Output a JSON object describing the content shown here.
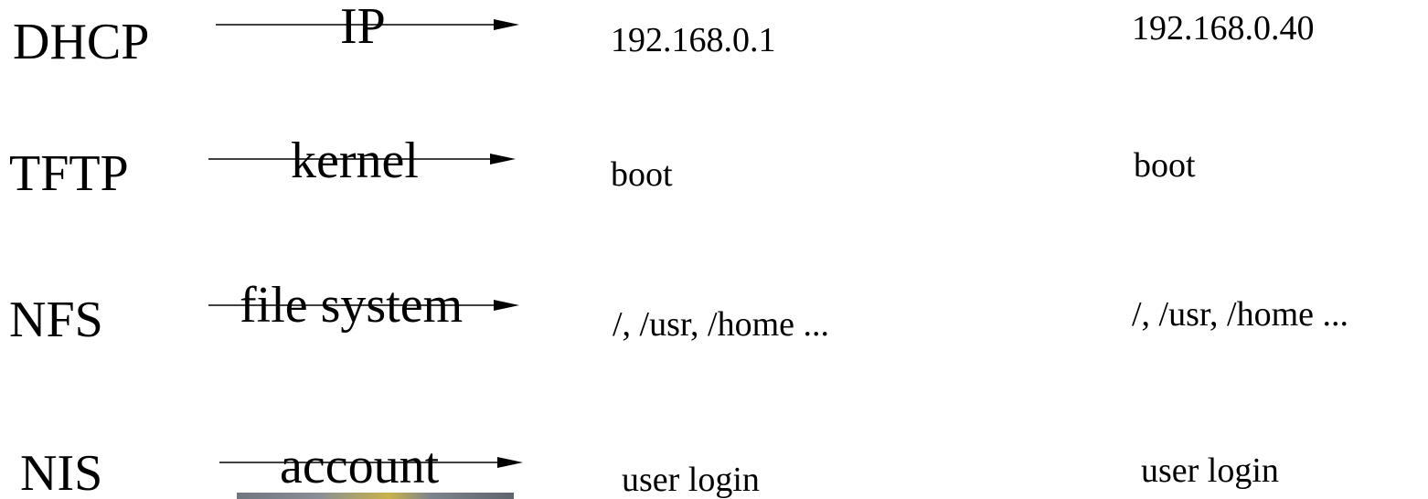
{
  "rows": [
    {
      "protocol": "DHCP",
      "payload": "IP",
      "server_value": "192.168.0.1",
      "client_value": "192.168.0.40"
    },
    {
      "protocol": "TFTP",
      "payload": "kernel",
      "server_value": "boot",
      "client_value": "boot"
    },
    {
      "protocol": "NFS",
      "payload": "file system",
      "server_value": "/, /usr, /home ...",
      "client_value": "/, /usr, /home ..."
    },
    {
      "protocol": "NIS",
      "payload": "account",
      "server_value": "user login",
      "client_value": "user login"
    }
  ],
  "colors": {
    "text": "#000000",
    "background": "#ffffff"
  }
}
